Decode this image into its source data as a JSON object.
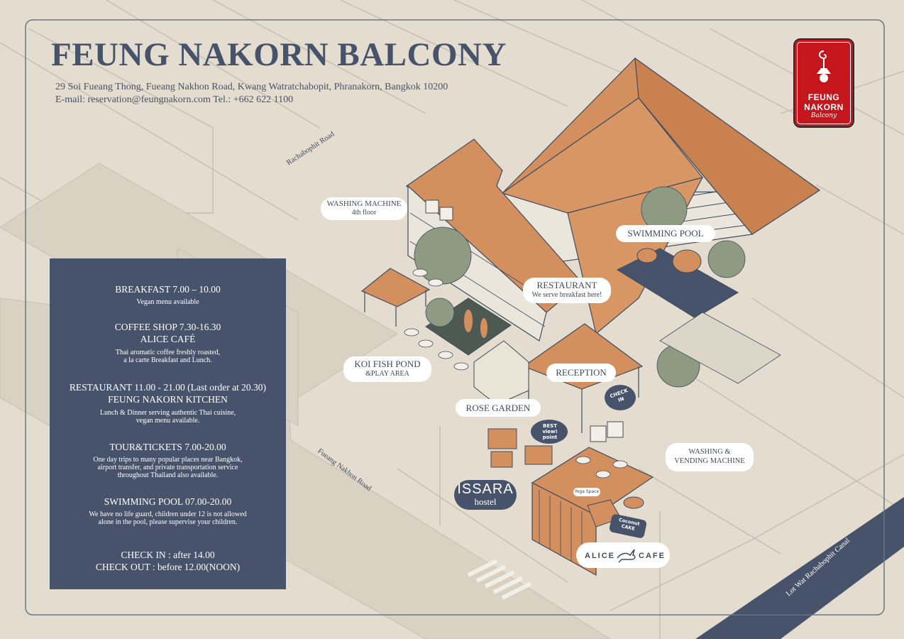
{
  "header": {
    "title": "FEUNG NAKORN BALCONY",
    "address_line": "29 Soi Fueang Thong, Fueang Nakhon Road, Kwang Watratchabopit, Phranakorn, Bangkok 10200",
    "contact_line": "E-mail: reservation@feungnakorn.com Tel.: +662 622 1100"
  },
  "logo": {
    "line1": "FEUNG",
    "line2": "NAKORN",
    "line3": "Balcony",
    "icon": "lantern-icon",
    "color": "#c4161c"
  },
  "info_panel": {
    "background": "#47536a",
    "breakfast": {
      "heading": "BREAKFAST 7.00 – 10.00",
      "note": "Vegan menu available"
    },
    "coffee_shop": {
      "heading": "COFFEE SHOP 7.30-16.30",
      "name": "ALICE CAFÉ",
      "note1": "Thai aromatic coffee freshly roasted,",
      "note2": "a la carte Breakfast and Lunch."
    },
    "restaurant": {
      "heading": "RESTAURANT 11.00 - 21.00 (Last order at 20.30)",
      "name": "FEUNG NAKORN KITCHEN",
      "note1": "Lunch & Dinner serving authentic Thai cuisine,",
      "note2": "vegan menu available."
    },
    "tours": {
      "heading": "TOUR&TICKETS 7.00-20.00",
      "note1": "One day trips to many popular places near Bangkok,",
      "note2": "airport transfer, and private transportation service",
      "note3": "throughout Thailand also available."
    },
    "pool": {
      "heading": "SWIMMING POOL 07.00-20.00",
      "note1": "We have no life guard, children under 12 is not allowed",
      "note2": "alone in the pool, please supervise your children."
    },
    "check_in": "CHECK IN : after 14.00",
    "check_out": "CHECK OUT : before 12.00(NOON)"
  },
  "roads": {
    "rachabophit": "Rachabophit Road",
    "fueang_nakhon": "Fueang Nakhon Road",
    "canal": "Lot Wat Rachabophit Canal"
  },
  "labels": {
    "washing_machine": {
      "title": "WASHING MACHINE",
      "sub": "4th floor"
    },
    "swimming_pool": "SWIMMING POOL",
    "restaurant": {
      "title": "RESTAURANT",
      "sub": "We serve breakfast here!"
    },
    "koi_pond": {
      "title": "KOI FISH POND",
      "sub": "&PLAY AREA"
    },
    "reception": "RECEPTION",
    "rose_garden": "ROSE GARDEN",
    "washing_vending": {
      "line1": "WASHING &",
      "line2": "VENDING MACHINE"
    },
    "issara": {
      "line1": "ISSARA",
      "line2": "hostel"
    },
    "alice_left": "ALICE",
    "alice_right": "CAFE",
    "best_view": {
      "line1": "BEST",
      "line2": "view!",
      "line3": "point"
    },
    "check_in_sign": {
      "line1": "CHECK",
      "line2": "IN"
    },
    "coconut_cake": {
      "line1": "Coconut",
      "line2": "CAKE"
    },
    "yoga": "Yoga Space"
  },
  "colors": {
    "background": "#e4ddcf",
    "roof": "#d48f5f",
    "roof_dark": "#b9714a",
    "ink": "#3f4b5f",
    "tree": "#8f9a82",
    "pond": "#4c5a52",
    "canal": "#47536a"
  }
}
